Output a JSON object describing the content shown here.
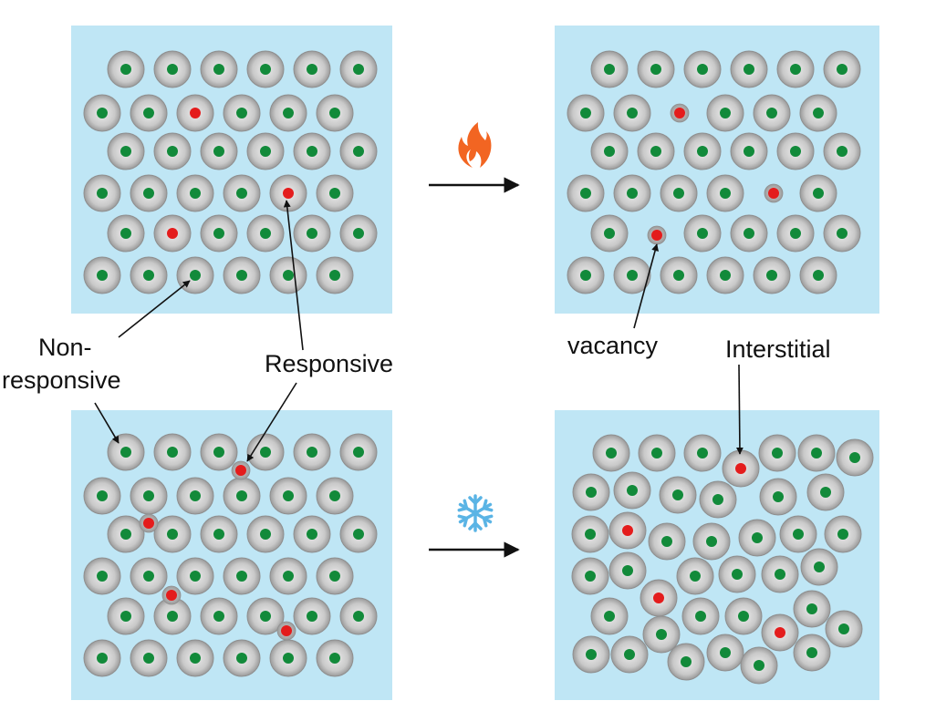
{
  "labels": {
    "non_responsive_line1": "Non-",
    "non_responsive_line2": "responsive",
    "responsive": "Responsive",
    "vacancy": "vacancy",
    "interstitial": "Interstitial"
  },
  "icons": {
    "heat": "flame-icon",
    "cold": "snowflake-icon"
  },
  "colors": {
    "panel_background": "#bfe6f5",
    "particle_shell": "#c7c7c7",
    "non_responsive_core": "#128a3a",
    "responsive_core": "#e41c1c",
    "flame": "#f26522",
    "snowflake": "#5ab4e5",
    "arrow": "#111111"
  }
}
